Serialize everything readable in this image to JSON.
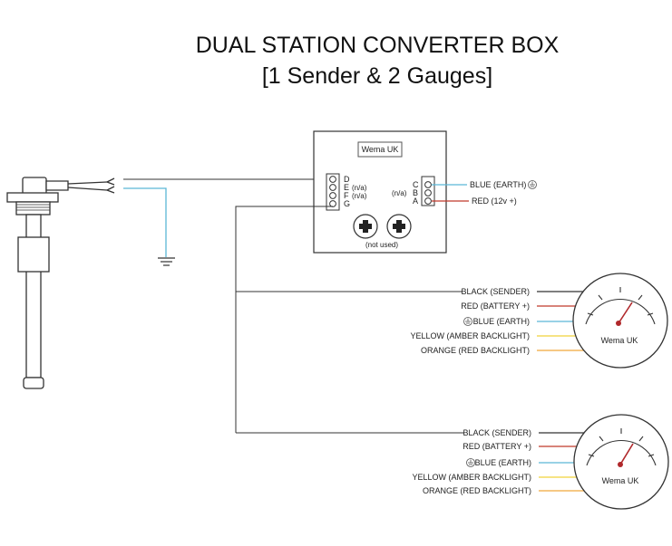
{
  "title": {
    "line1": "DUAL STATION CONVERTER BOX",
    "line2": "[1 Sender & 2 Gauges]"
  },
  "converter_box": {
    "brand": "Wema UK",
    "left_terminals": [
      "D",
      "E",
      "F",
      "G"
    ],
    "left_notes": [
      "(n/a)",
      "(n/a)"
    ],
    "right_terminals": [
      "C",
      "B",
      "A"
    ],
    "right_note": "(n/a)",
    "blue_label": "BLUE (EARTH)",
    "red_label": "RED (12v +)",
    "not_used": "(not used)"
  },
  "gauges": [
    {
      "brand": "Wema UK",
      "wires": [
        {
          "label": "BLACK (SENDER)",
          "color": "#333333"
        },
        {
          "label": "RED (BATTERY +)",
          "color": "#c0392b"
        },
        {
          "label": "BLUE (EARTH)",
          "color": "#5bb7d6"
        },
        {
          "label": "YELLOW (AMBER BACKLIGHT)",
          "color": "#f1d23a"
        },
        {
          "label": "ORANGE (RED BACKLIGHT)",
          "color": "#f0a73a"
        }
      ]
    },
    {
      "brand": "Wema UK",
      "wires": [
        {
          "label": "BLACK (SENDER)",
          "color": "#333333"
        },
        {
          "label": "RED (BATTERY +)",
          "color": "#c0392b"
        },
        {
          "label": "BLUE (EARTH)",
          "color": "#5bb7d6"
        },
        {
          "label": "YELLOW (AMBER BACKLIGHT)",
          "color": "#f1d23a"
        },
        {
          "label": "ORANGE (RED BACKLIGHT)",
          "color": "#f0a73a"
        }
      ]
    }
  ],
  "colors": {
    "black_wire": "#333333",
    "blue_wire": "#5bb7d6",
    "red_wire": "#c0392b",
    "needle": "#b0282b"
  }
}
